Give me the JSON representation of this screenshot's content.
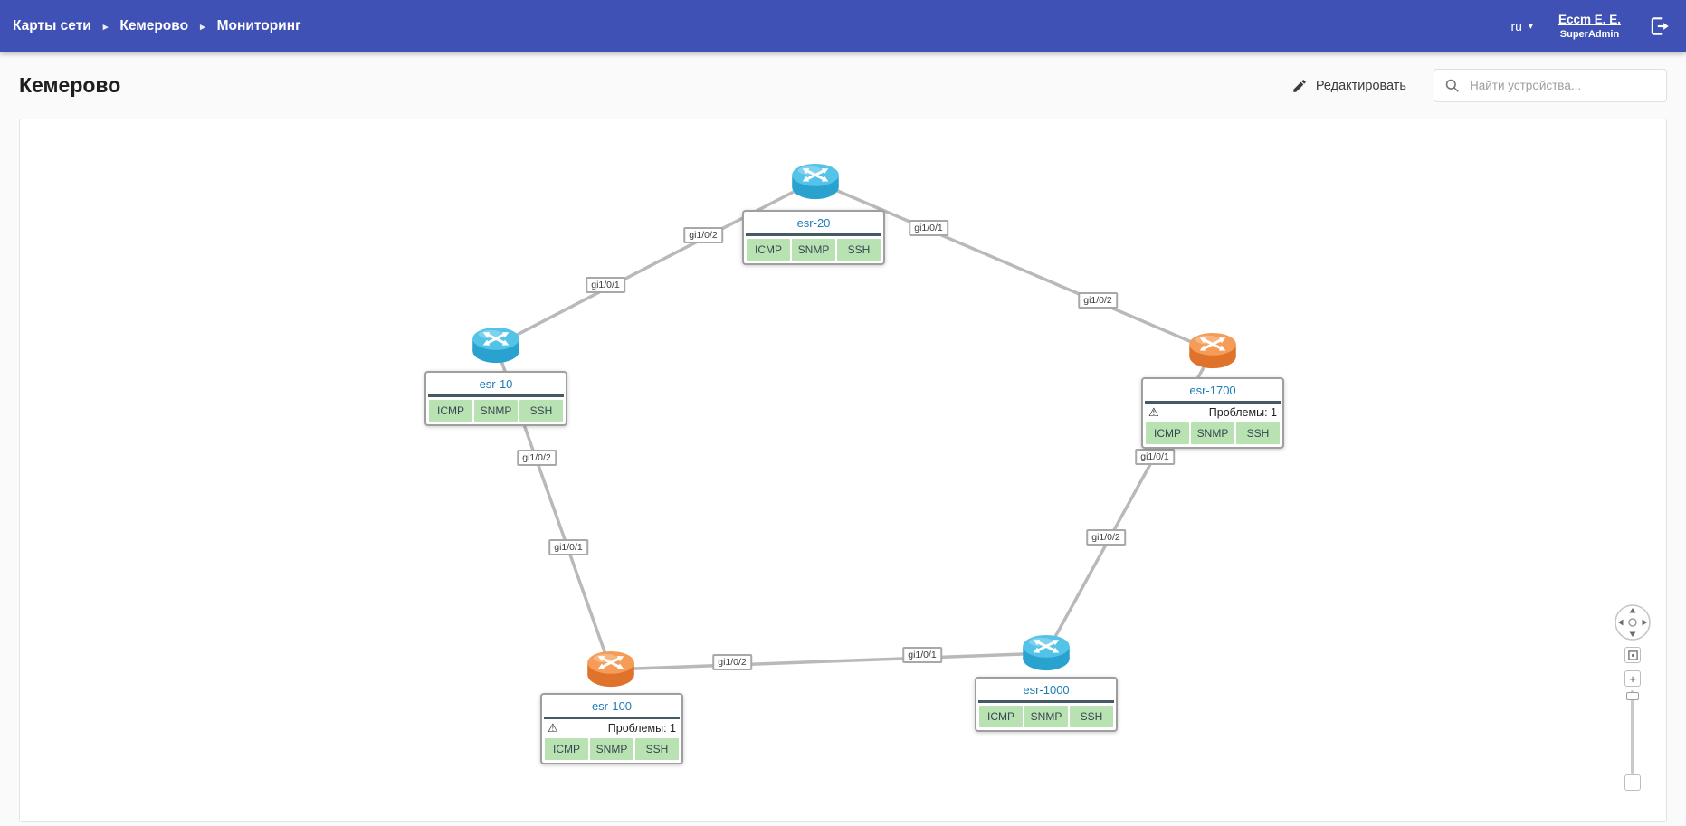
{
  "topbar": {
    "breadcrumbs": [
      "Карты сети",
      "Кемерово",
      "Мониторинг"
    ],
    "language": "ru",
    "user": {
      "name": "Eccm E. E.",
      "role": "SuperAdmin"
    }
  },
  "header": {
    "title": "Кемерово",
    "edit_label": "Редактировать",
    "search_placeholder": "Найти устройства..."
  },
  "map": {
    "nodes": [
      {
        "id": "esr-20",
        "label": "esr-20",
        "color": "cyan",
        "services": [
          "ICMP",
          "SNMP",
          "SSH"
        ]
      },
      {
        "id": "esr-10",
        "label": "esr-10",
        "color": "cyan",
        "services": [
          "ICMP",
          "SNMP",
          "SSH"
        ]
      },
      {
        "id": "esr-1700",
        "label": "esr-1700",
        "color": "orange",
        "services": [
          "ICMP",
          "SNMP",
          "SSH"
        ],
        "problems": "Проблемы: 1"
      },
      {
        "id": "esr-100",
        "label": "esr-100",
        "color": "orange",
        "services": [
          "ICMP",
          "SNMP",
          "SSH"
        ],
        "problems": "Проблемы: 1"
      },
      {
        "id": "esr-1000",
        "label": "esr-1000",
        "color": "cyan",
        "services": [
          "ICMP",
          "SNMP",
          "SSH"
        ]
      }
    ],
    "edge_labels": [
      "gi1/0/1",
      "gi1/0/2",
      "gi1/0/1",
      "gi1/0/2",
      "gi1/0/2",
      "gi1/0/1",
      "gi1/0/2",
      "gi1/0/1",
      "gi1/0/2",
      "gi1/0/1"
    ]
  },
  "icons": {
    "warning": "⚠",
    "chevron_down": "▾",
    "breadcrumb_separator": "▸",
    "zoom_in": "+",
    "zoom_out": "−"
  },
  "colors": {
    "topbar": "#3f51b5",
    "router_cyan": "#2aa2cf",
    "router_orange": "#e0732b",
    "service_green": "#b9e2b3",
    "edge": "#b9b9b9",
    "card_title_blue": "#1c7cb5"
  }
}
